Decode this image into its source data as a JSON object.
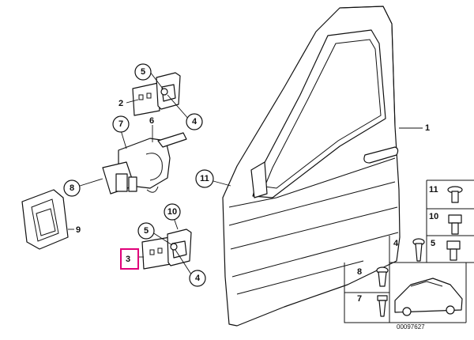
{
  "diagram": {
    "reference": "00097627",
    "callouts": {
      "door": "1",
      "hinge_upper": "2",
      "hinge_lower": "3",
      "bolt_upper": "4",
      "bolt_lower": "4",
      "nut_upper": "5",
      "nut_lower": "5",
      "check_strap": "6",
      "screw_strap": "7",
      "sleeve": "8",
      "cover": "9",
      "plug": "10",
      "seal": "11"
    },
    "legend": [
      {
        "num": "11"
      },
      {
        "num": "10"
      },
      {
        "num": "4"
      },
      {
        "num": "5"
      },
      {
        "num": "8"
      },
      {
        "num": "7"
      }
    ],
    "highlight_part": "3",
    "colors": {
      "highlight": "#e0007a",
      "line": "#111111",
      "background": "#ffffff"
    }
  }
}
